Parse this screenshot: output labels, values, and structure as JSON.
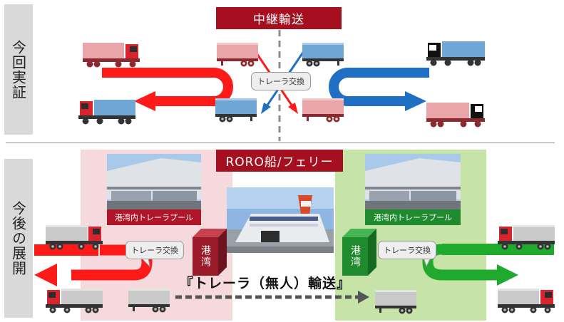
{
  "current": {
    "side_label": "今回実証",
    "title": "中継輸送",
    "exchange_label": "トレーラ交換"
  },
  "future": {
    "side_label": "今後の展開",
    "title": "RORO船/フェリー",
    "left_pool_label": "港湾内トレーラプール",
    "right_pool_label": "港湾内トレーラプール",
    "left_port_label": "港湾",
    "right_port_label": "港湾",
    "left_exchange_label": "トレーラ交換",
    "right_exchange_label": "トレーラ交換",
    "caption": "『トレーラ（無人）輸送』"
  },
  "colors": {
    "red_route": "#ff1a1a",
    "blue_route": "#1f6fc4",
    "green_route": "#1faa2e",
    "title_red": "#a50f1f",
    "left_zone": "#f6d9dc",
    "right_zone": "#c6e3a8",
    "port_red": "#9b1b2b",
    "port_green": "#1f8a2e"
  },
  "icons": [
    "truck-icon",
    "trailer-icon",
    "ship-photo",
    "warehouse-photo",
    "port-block-icon"
  ]
}
